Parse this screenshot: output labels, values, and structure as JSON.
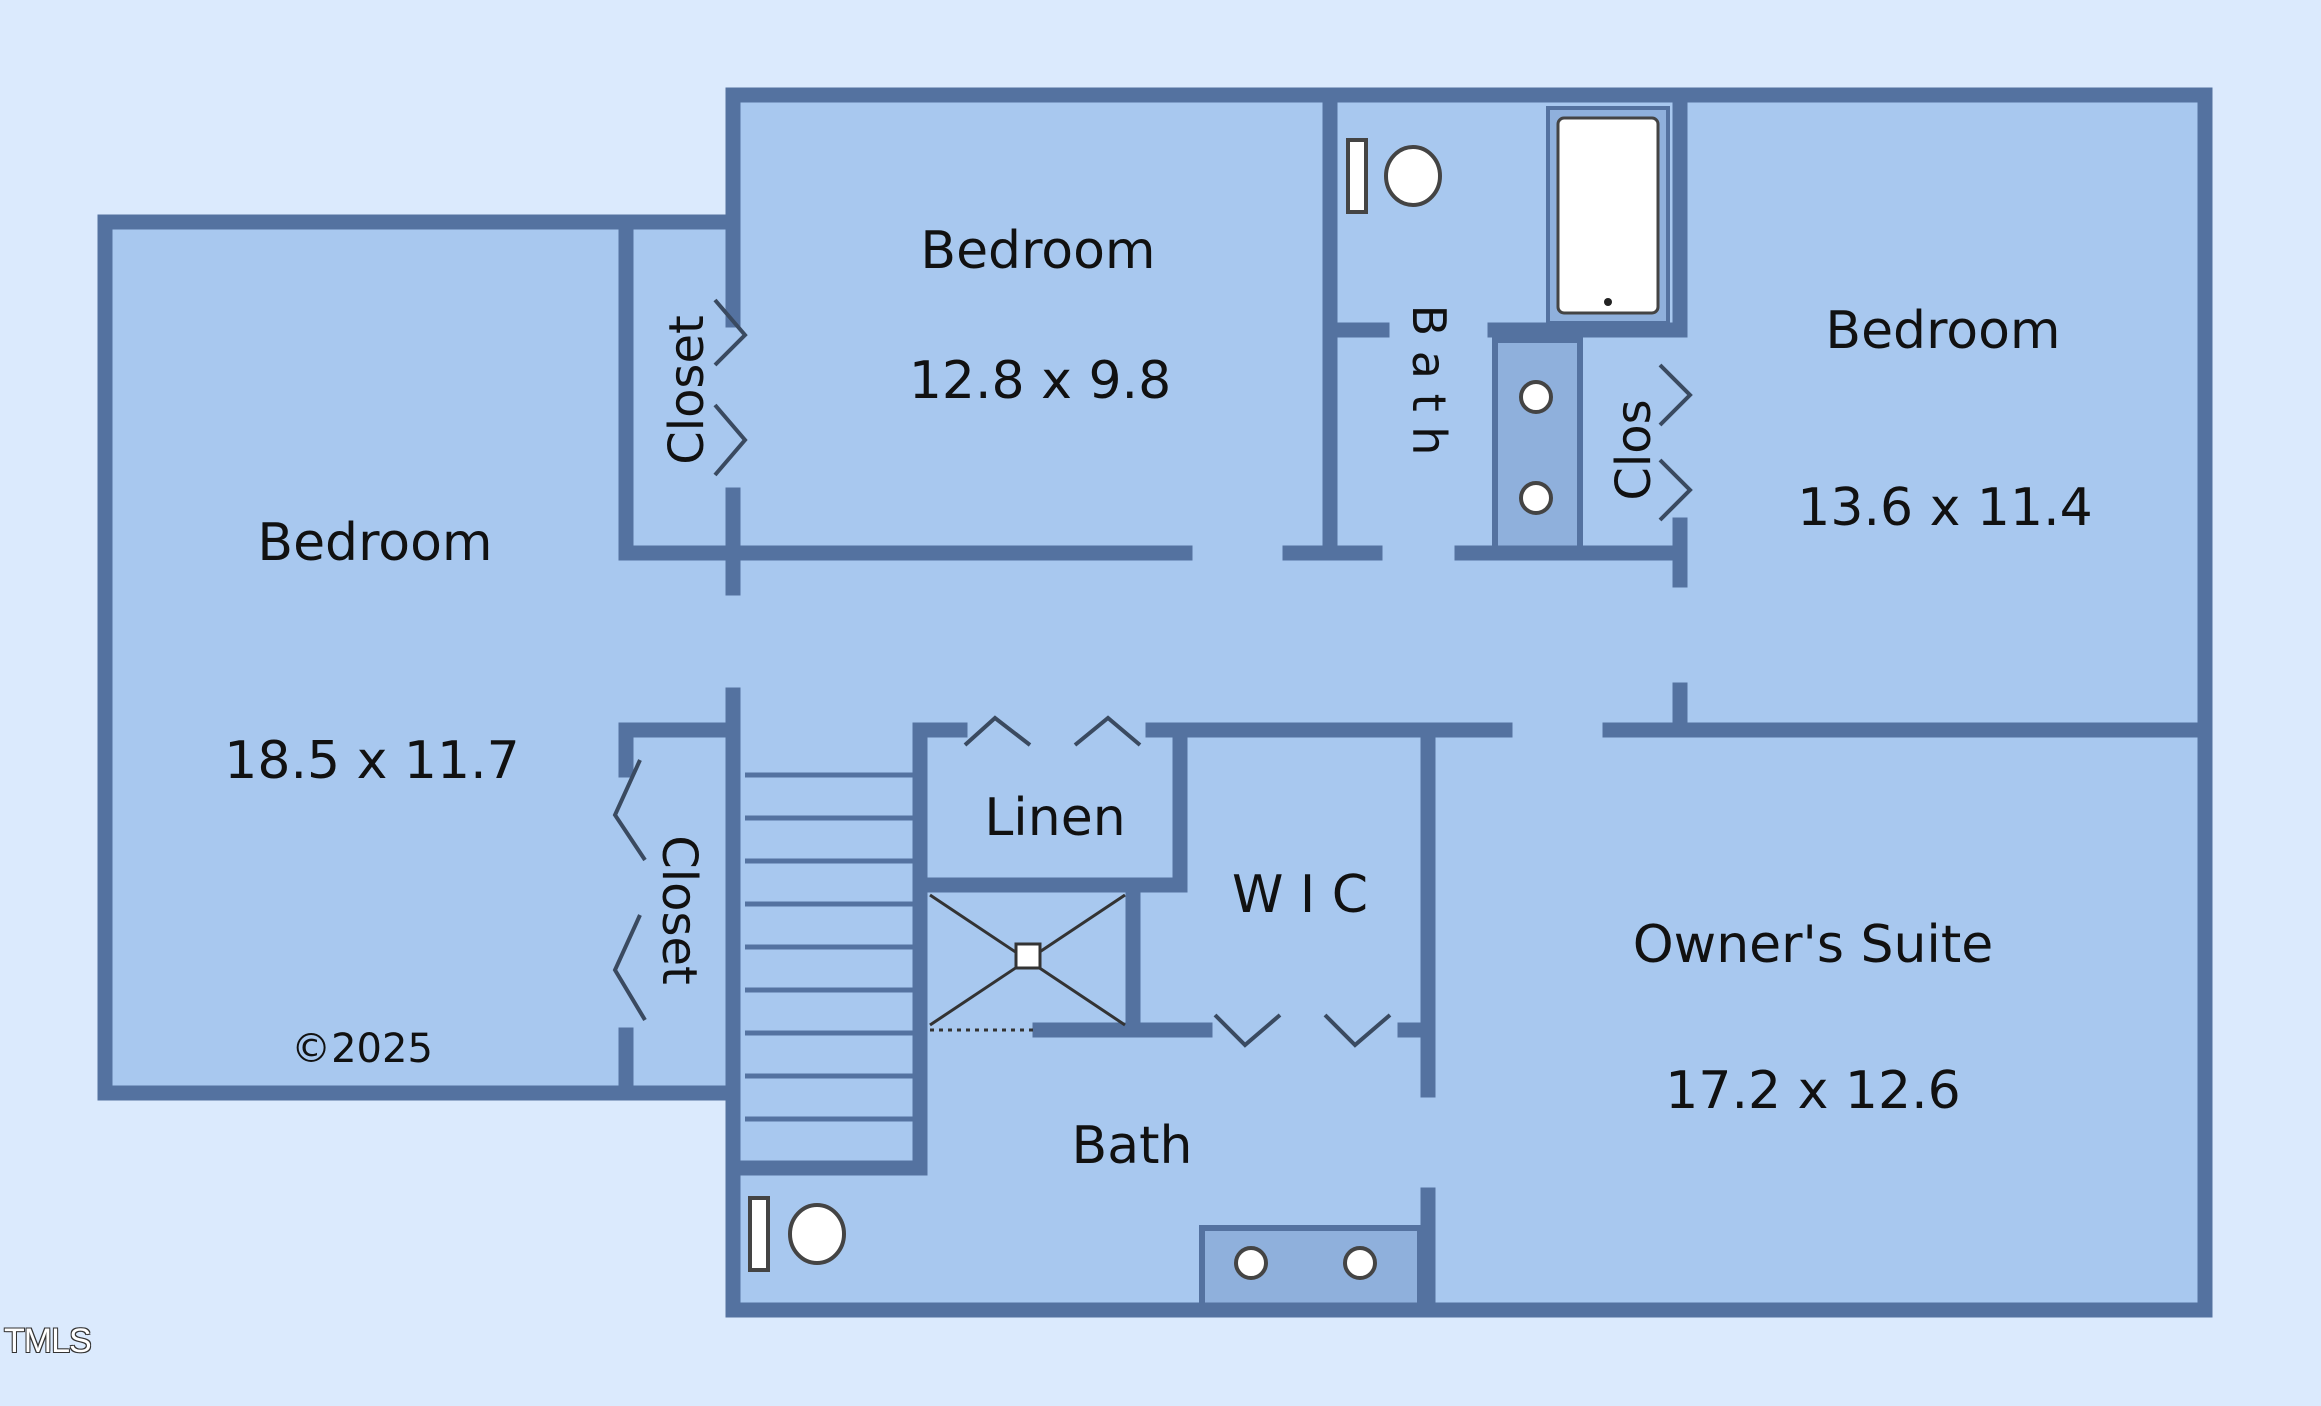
{
  "rooms": {
    "bedroom_left": {
      "name": "Bedroom",
      "size": "18.5 x 11.7"
    },
    "bedroom_mid": {
      "name": "Bedroom",
      "size": "12.8 x 9.8"
    },
    "bedroom_right": {
      "name": "Bedroom",
      "size": "13.6 x 11.4"
    },
    "owners_suite": {
      "name": "Owner's Suite",
      "size": "17.2 x 12.6"
    },
    "closet_upper": "Closet",
    "closet_lower": "Closet",
    "bath_upper": "B a t h",
    "clos_right": "Clos",
    "linen": "Linen",
    "wic": "W I C",
    "bath_lower": "Bath"
  },
  "copyright": "©2025",
  "watermark": "TMLS",
  "colors": {
    "floor": "#a8c8ef",
    "wall": "#5472a0",
    "background": "#dbeafd"
  }
}
